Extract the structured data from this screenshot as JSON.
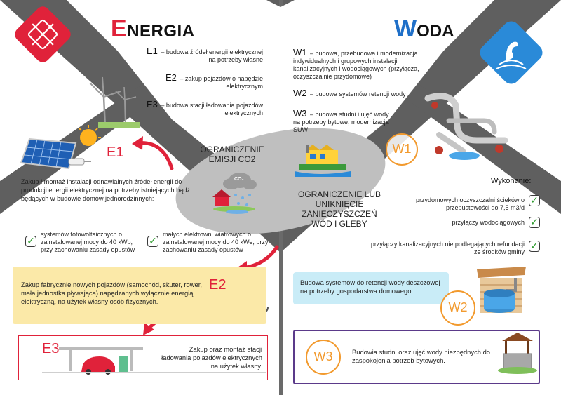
{
  "energia": {
    "title_initial": "E",
    "title_rest": "NERGIA",
    "items": [
      {
        "code": "E1",
        "text": "– budowa źródeł energii elektrycznej na potrzeby własne"
      },
      {
        "code": "E2",
        "text": "– zakup pojazdów o napędzie elektrycznym"
      },
      {
        "code": "E3",
        "text": "– budowa stacji ładowania pojazdów elektrycznych"
      }
    ],
    "e1_label": "E1",
    "e1_description": "Zakup i montaż instalacji odnawialnych źródeł energii do produkcji energii elektrycznej na potrzeby istniejących bądź będących w budowie domów jednorodzinnych:",
    "e1_options": [
      "systemów fotowoltaicznych o zainstalowanej mocy do 40 kWp, przy zachowaniu zasady opustów",
      "małych elektrowni wiatrowych o zainstalowanej mocy do 40 kWe, przy zachowaniu zasady opustów"
    ],
    "e2_label": "E2",
    "e2_description": "Zakup fabrycznie nowych pojazdów (samochód, skuter, rower, mała jednostka pływająca) napędzanych wyłącznie energią elektryczną, na użytek własny osób fizycznych.",
    "e3_label": "E3",
    "e3_description": "Zakup oraz montaż stacji ładowania pojazdów elektrycznych na użytek własny."
  },
  "center": {
    "co2_text": "OGRANICZENIE EMISJI CO2",
    "co2_badge": "CO₂",
    "water_text": "OGRANICZENIE LUB UNIKNIĘCIE ZANIECZYSZCZEŃ WÓD I GLEBY"
  },
  "woda": {
    "title_initial": "W",
    "title_rest": "ODA",
    "items": [
      {
        "code": "W1",
        "text": "– budowa, przebudowa i modernizacja indywidualnych i grupowych instalacji kanalizacyjnych i wodociągowych (przyłącza, oczyszczalnie przydomowe)"
      },
      {
        "code": "W2",
        "text": "– budowa systemów retencji wody"
      },
      {
        "code": "W3",
        "text": "– budowa studni i ujęć wody na potrzeby bytowe, modernizacja SUW"
      }
    ],
    "w1_label": "W1",
    "wykonanie_label": "Wykonanie:",
    "wykonanie_items": [
      "przydomowych oczyszczalni ścieków o przepustowości do 7,5 m3/d",
      "przyłączy wodociągowych",
      "przyłączy kanalizacyjnych nie podlegających refundacji ze środków gminy"
    ],
    "w2_label": "W2",
    "w2_description": "Budowa systemów do retencji wody deszczowej na potrzeby gospodarstwa domowego.",
    "w3_label": "W3",
    "w3_description": "Budowia studni oraz ujęć wody niezbędnych do zaspokojenia potrzeb bytowych."
  },
  "check_mark": "✓",
  "colors": {
    "energia_red": "#e0223a",
    "woda_blue": "#1f6fc8",
    "icon_blue": "#2a8ad8",
    "yellow_box": "#fbe9a8",
    "blue_box": "#c9ecf7",
    "orange": "#f29a2e",
    "purple": "#5b3a8a",
    "grey_band": "#5f5f5f"
  }
}
